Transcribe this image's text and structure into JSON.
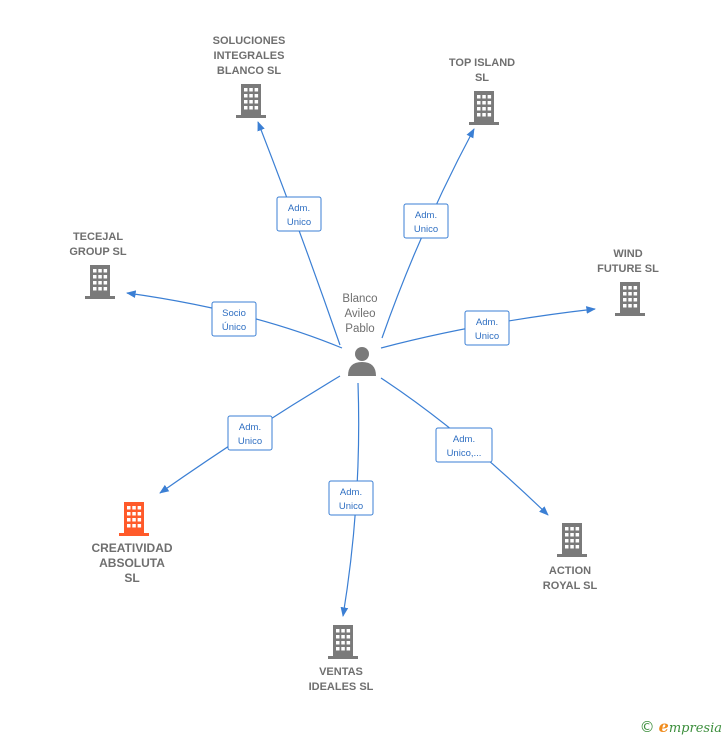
{
  "center": {
    "name_lines": [
      "Blanco",
      "Avileo",
      "Pablo"
    ],
    "icon": "person-icon"
  },
  "colors": {
    "edge": "#3b7fd4",
    "company": "#7a7a7a",
    "focus": "#ff5a2a",
    "brand_green": "#3d8f3d",
    "brand_orange": "#f08c1e"
  },
  "companies": [
    {
      "id": "soluciones",
      "lines": [
        "SOLUCIONES",
        "INTEGRALES",
        "BLANCO  SL"
      ],
      "focus": false,
      "relation": [
        "Adm.",
        "Unico"
      ],
      "icon": "building-icon"
    },
    {
      "id": "top-island",
      "lines": [
        "TOP ISLAND",
        "SL"
      ],
      "focus": false,
      "relation": [
        "Adm.",
        "Unico"
      ],
      "icon": "building-icon"
    },
    {
      "id": "tecejal",
      "lines": [
        "TECEJAL",
        "GROUP SL"
      ],
      "focus": false,
      "relation": [
        "Socio",
        "Único"
      ],
      "icon": "building-icon"
    },
    {
      "id": "wind-future",
      "lines": [
        "WIND",
        "FUTURE  SL"
      ],
      "focus": false,
      "relation": [
        "Adm.",
        "Unico"
      ],
      "icon": "building-icon"
    },
    {
      "id": "creatividad",
      "lines": [
        "CREATIVIDAD",
        "ABSOLUTA",
        "SL"
      ],
      "focus": true,
      "relation": [
        "Adm.",
        "Unico"
      ],
      "icon": "building-icon"
    },
    {
      "id": "ventas",
      "lines": [
        "VENTAS",
        "IDEALES  SL"
      ],
      "focus": false,
      "relation": [
        "Adm.",
        "Unico"
      ],
      "icon": "building-icon"
    },
    {
      "id": "action-royal",
      "lines": [
        "ACTION",
        "ROYAL  SL"
      ],
      "focus": false,
      "relation": [
        "Adm.",
        "Unico,..."
      ],
      "icon": "building-icon"
    }
  ],
  "footer": {
    "copyright": "©",
    "brand_initial": "e",
    "brand_rest": "mpresia"
  }
}
